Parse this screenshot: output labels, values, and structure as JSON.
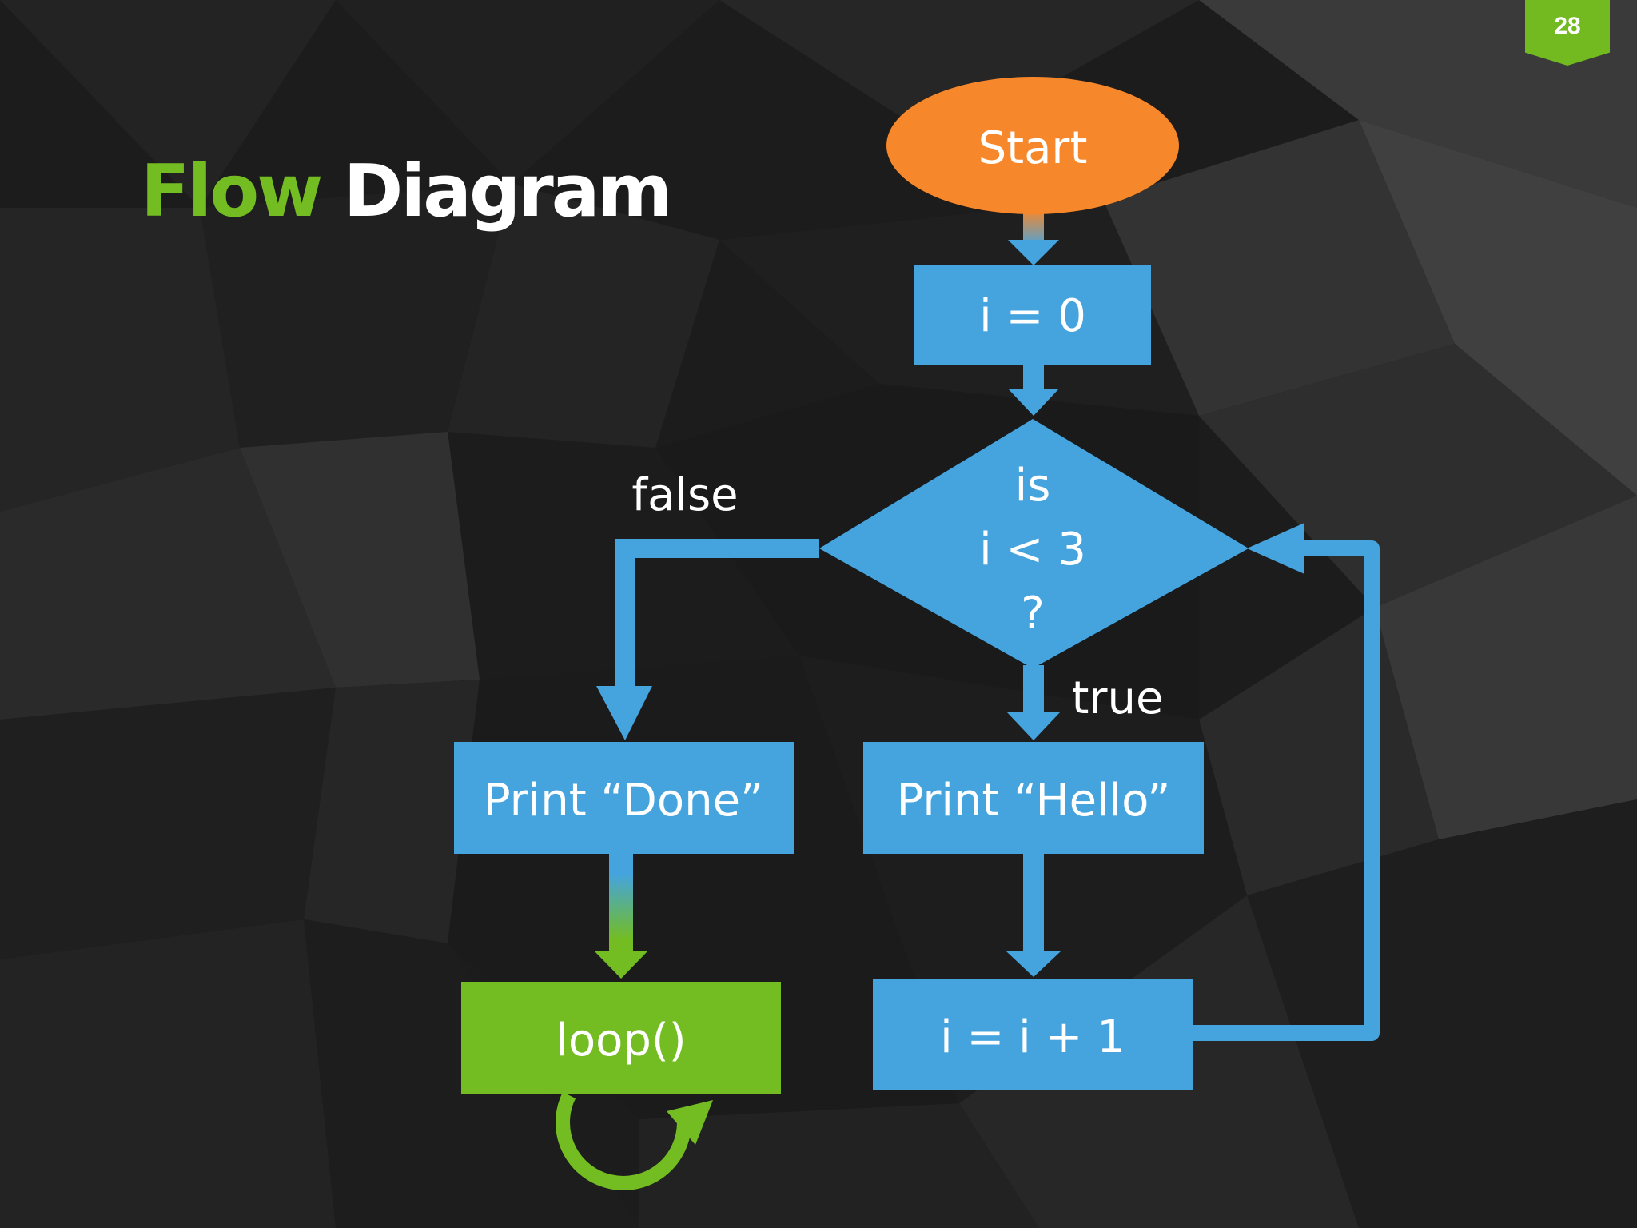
{
  "slide": {
    "page_number": "28",
    "title_accent": "Flow",
    "title_main": "Diagram"
  },
  "colors": {
    "accent_green": "#73bd22",
    "node_blue": "#45a4de",
    "start_orange": "#f7872b",
    "badge_green": "#73b920",
    "background": "#1c1c1c"
  },
  "flowchart": {
    "nodes": {
      "start": "Start",
      "init": "i = 0",
      "decision": [
        "is",
        "i < 3",
        "?"
      ],
      "print_done": "Print “Done”",
      "print_hello": "Print “Hello”",
      "loop": "loop()",
      "increment": "i = i + 1"
    },
    "edge_labels": {
      "false": "false",
      "true": "true"
    }
  }
}
